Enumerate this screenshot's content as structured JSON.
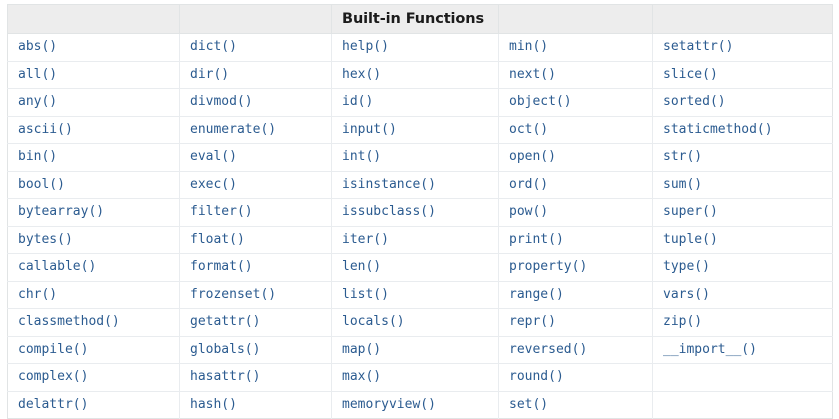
{
  "document": {
    "table_title": "Built-in Functions",
    "title_column_index": 2,
    "columns": 5,
    "rows": 14,
    "accent_link_color": "#2b5b90",
    "header_background": "#ededed",
    "border_color": "#e1e4e5",
    "header_cells": [
      "",
      "",
      "Built-in Functions",
      "",
      ""
    ],
    "grid": [
      [
        "abs()",
        "dict()",
        "help()",
        "min()",
        "setattr()"
      ],
      [
        "all()",
        "dir()",
        "hex()",
        "next()",
        "slice()"
      ],
      [
        "any()",
        "divmod()",
        "id()",
        "object()",
        "sorted()"
      ],
      [
        "ascii()",
        "enumerate()",
        "input()",
        "oct()",
        "staticmethod()"
      ],
      [
        "bin()",
        "eval()",
        "int()",
        "open()",
        "str()"
      ],
      [
        "bool()",
        "exec()",
        "isinstance()",
        "ord()",
        "sum()"
      ],
      [
        "bytearray()",
        "filter()",
        "issubclass()",
        "pow()",
        "super()"
      ],
      [
        "bytes()",
        "float()",
        "iter()",
        "print()",
        "tuple()"
      ],
      [
        "callable()",
        "format()",
        "len()",
        "property()",
        "type()"
      ],
      [
        "chr()",
        "frozenset()",
        "list()",
        "range()",
        "vars()"
      ],
      [
        "classmethod()",
        "getattr()",
        "locals()",
        "repr()",
        "zip()"
      ],
      [
        "compile()",
        "globals()",
        "map()",
        "reversed()",
        "__import__()"
      ],
      [
        "complex()",
        "hasattr()",
        "max()",
        "round()",
        ""
      ],
      [
        "delattr()",
        "hash()",
        "memoryview()",
        "set()",
        ""
      ]
    ]
  }
}
